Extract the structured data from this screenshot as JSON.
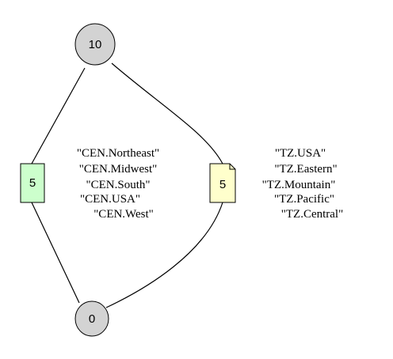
{
  "colors": {
    "circle_fill": "#d3d3d3",
    "green_box_fill": "#ccffcc",
    "yellow_note_fill": "#ffffcc",
    "line": "#000000"
  },
  "nodes": {
    "top": {
      "label": "10"
    },
    "bottom": {
      "label": "0"
    },
    "left": {
      "label": "5"
    },
    "right": {
      "label": "5"
    }
  },
  "left_labels": [
    "\"CEN.Northeast\"",
    "\"CEN.Midwest\"",
    "\"CEN.South\"",
    "\"CEN.USA\"",
    "\"CEN.West\""
  ],
  "right_labels": [
    "\"TZ.USA\"",
    "\"TZ.Eastern\"",
    "\"TZ.Mountain\"",
    "\"TZ.Pacific\"",
    "\"TZ.Central\""
  ]
}
